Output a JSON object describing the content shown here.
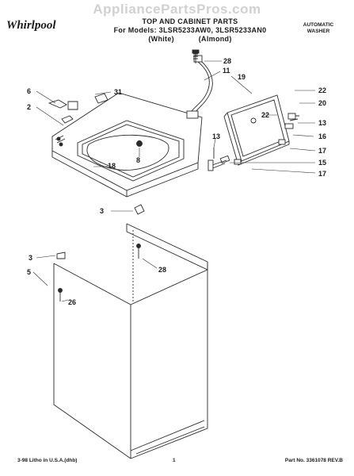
{
  "header": {
    "watermark": "AppliancePartsPros.com",
    "brand": "Whirlpool",
    "title_line1": "TOP AND CABINET PARTS",
    "title_line2": "For Models: 3LSR5233AW0, 3LSR5233AN0",
    "title_line3": "(White) (Almond)",
    "product_line1": "AUTOMATIC",
    "product_line2": "WASHER"
  },
  "footer": {
    "left": "3-98 Litho in U.S.A.(dhb)",
    "center": "1",
    "right": "Part No. 3361078 REV.B"
  },
  "callouts": {
    "c28_top": "28",
    "c11": "11",
    "c19": "19",
    "c6": "6",
    "c31": "31",
    "c2": "2",
    "c22a": "22",
    "c20": "20",
    "c22b": "22",
    "c13a": "13",
    "c16": "16",
    "c17a": "17",
    "c13b": "13",
    "c15": "15",
    "c17b": "17",
    "c18": "18",
    "c8": "8",
    "c3a": "3",
    "c28_mid": "28",
    "c3b": "3",
    "c5": "5",
    "c26": "26"
  }
}
